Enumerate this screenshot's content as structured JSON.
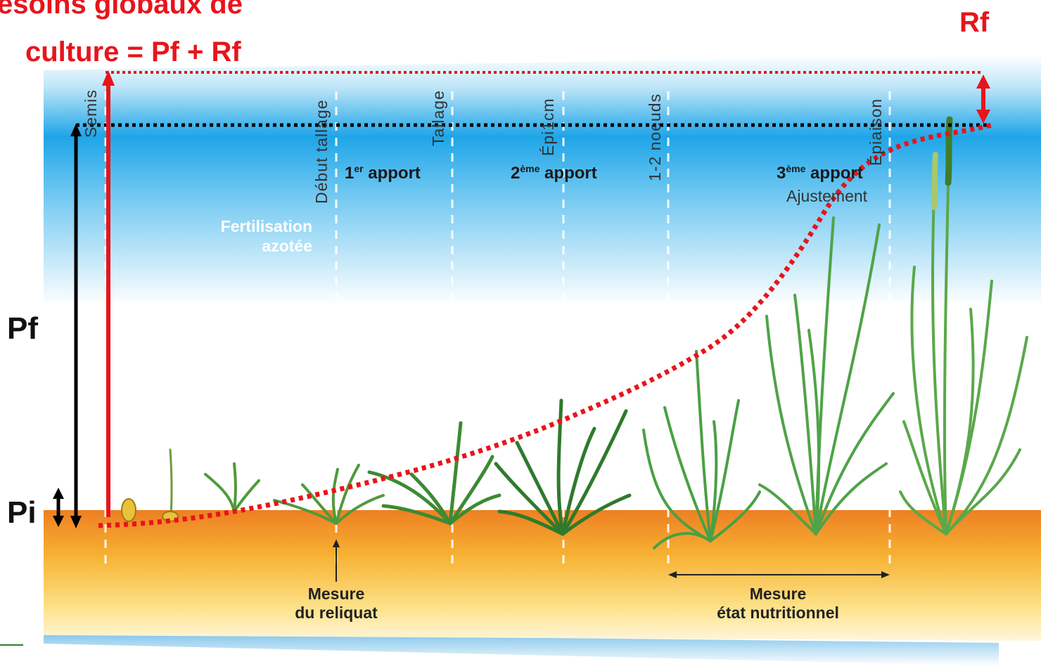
{
  "header": {
    "title_line1": "esoins globaux de",
    "title_line2": "culture = Pf + Rf",
    "rf_top": "Rf"
  },
  "axis_labels": {
    "pf": "Pf",
    "pi": "Pi"
  },
  "stages": {
    "semis": "Semis",
    "debut_tallage": "Début tallage",
    "tallage": "Tallage",
    "epi1cm": "Épi1cm",
    "noeuds": "1-2 noeuds",
    "epiaison": "Épiaison"
  },
  "apports": {
    "first_num": "1",
    "first_sup": "er",
    "first_word": " apport",
    "second_num": "2",
    "second_sup": "ème",
    "second_word": " apport",
    "third_num": "3",
    "third_sup": "ème",
    "third_word": " apport",
    "ajustement": "Ajustement"
  },
  "fertilisation": {
    "line1": "Fertilisation",
    "line2": "azotée"
  },
  "mesures": {
    "reliquat_line1": "Mesure",
    "reliquat_line2": "du reliquat",
    "etat_line1": "Mesure",
    "etat_line2": "état nutritionnel"
  },
  "colors": {
    "red": "#e8141b",
    "sky_blue": "#20a6e8",
    "soil_orange": "#f28a1c",
    "plant_green": "#4f9a3c"
  }
}
